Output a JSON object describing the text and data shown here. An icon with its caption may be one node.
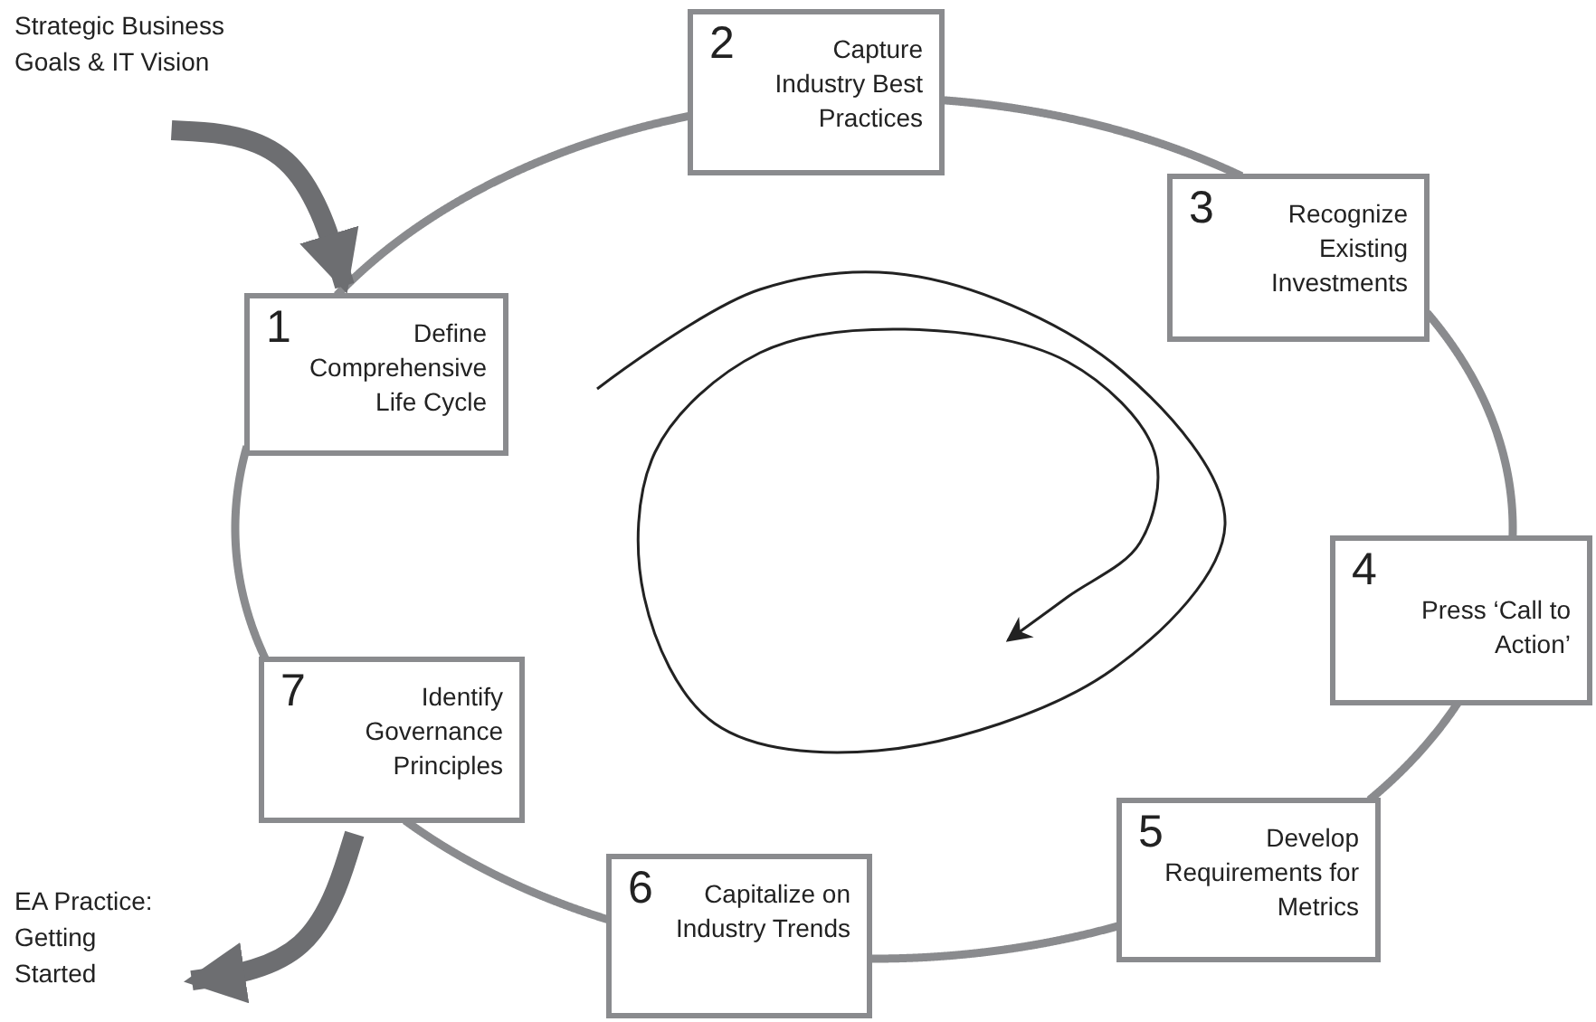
{
  "diagram": {
    "nodes": [
      {
        "text": [
          "1",
          "Define Comprehensive Life Cycle"
        ]
      },
      {
        "text": [
          "2",
          "Capture Industry Best Practices"
        ]
      },
      {
        "text": [
          "3",
          "Recognize Existing Investments"
        ]
      },
      {
        "text": [
          "4",
          "Press ‘Call to Action’"
        ]
      },
      {
        "text": [
          "5",
          "Develop Requirements for Metrics"
        ]
      },
      {
        "text": [
          "6",
          "Capitalize on Industry Trends"
        ]
      },
      {
        "text": [
          "7",
          "Identify Governance Principles"
        ]
      },
      {
        "text": [
          "Strategic Business Goals & IT Vision"
        ]
      },
      {
        "text": [
          "EA Practice: Getting Started"
        ]
      }
    ],
    "edges": [
      {
        "from": 0,
        "to": 1,
        "arrow": "none"
      },
      {
        "from": 1,
        "to": 2,
        "arrow": "none"
      },
      {
        "from": 2,
        "to": 3,
        "arrow": "none"
      },
      {
        "from": 3,
        "to": 4,
        "arrow": "none"
      },
      {
        "from": 4,
        "to": 5,
        "arrow": "none"
      },
      {
        "from": 5,
        "to": 6,
        "arrow": "none"
      },
      {
        "from": 6,
        "to": 0,
        "arrow": "none"
      },
      {
        "from": 7,
        "to": 0,
        "arrow": "to",
        "style": "thick"
      },
      {
        "from": 6,
        "to": 8,
        "arrow": "to",
        "style": "thick"
      }
    ]
  }
}
